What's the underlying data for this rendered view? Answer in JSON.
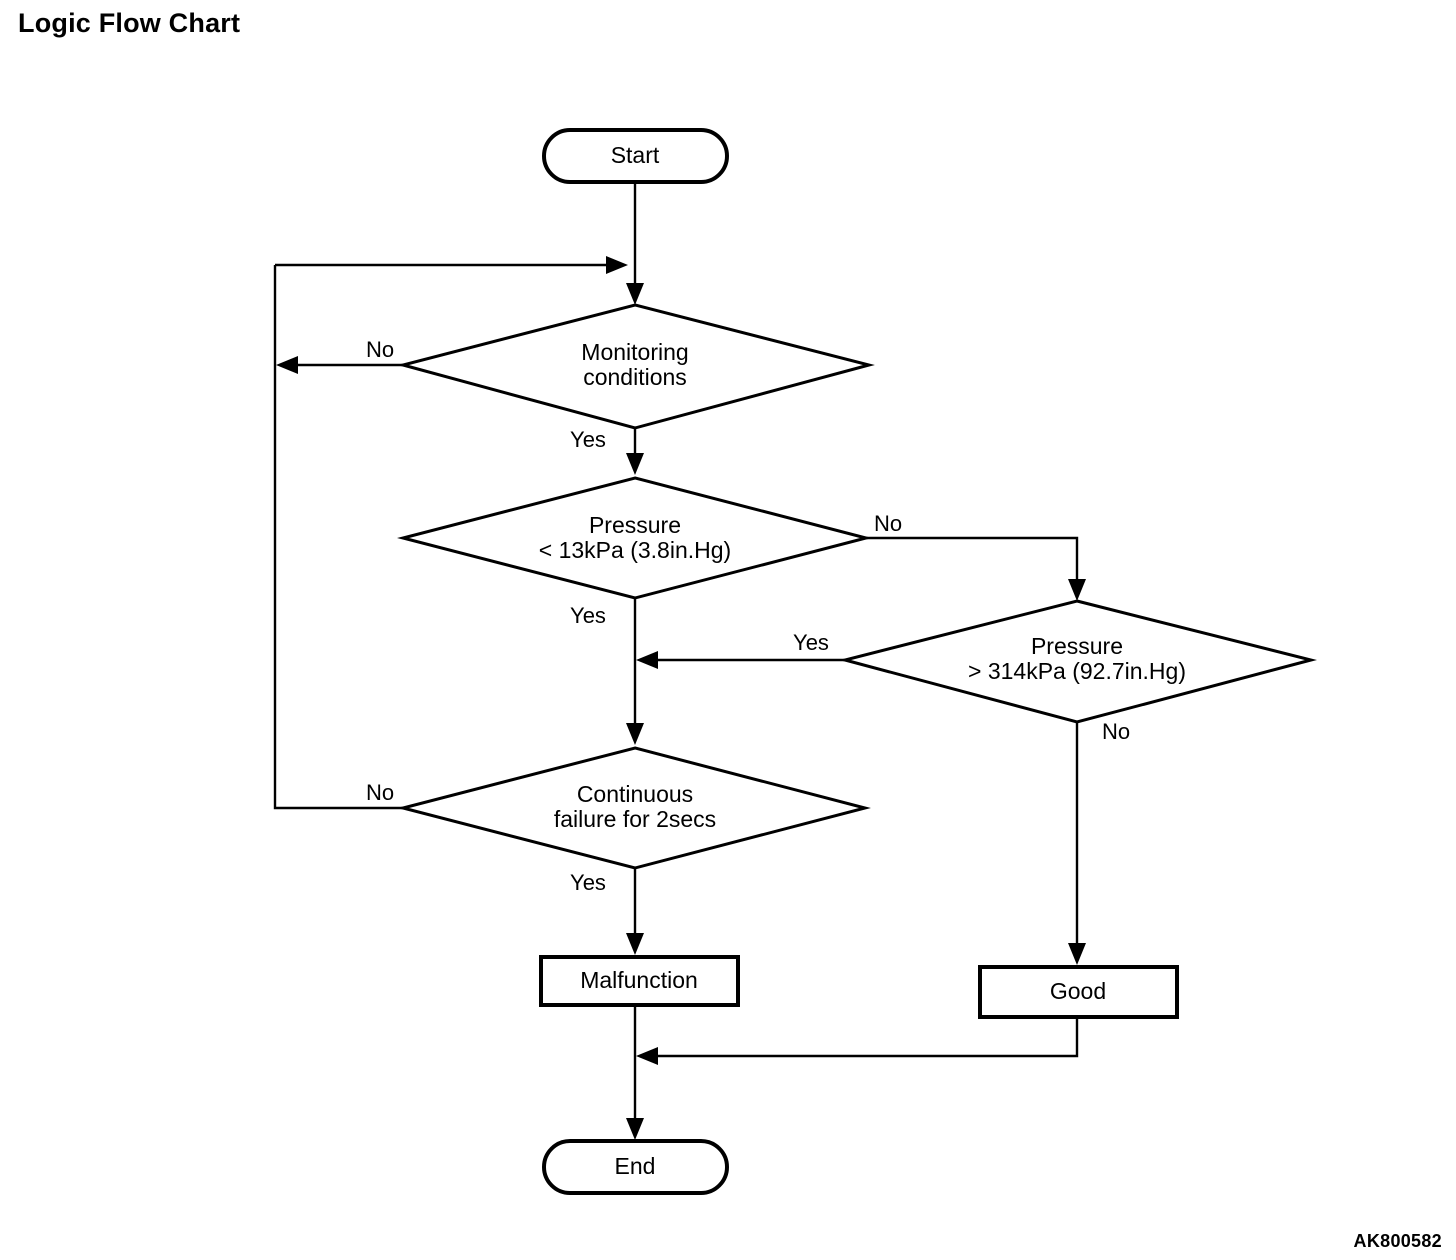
{
  "page": {
    "title": "Logic Flow Chart",
    "code": "AK800582",
    "background_color": "#ffffff",
    "line_color": "#000000"
  },
  "chart_data": {
    "type": "diagram",
    "diagram_kind": "flowchart",
    "title": "Logic Flow Chart",
    "nodes": [
      {
        "id": "start",
        "shape": "terminator",
        "label": "Start"
      },
      {
        "id": "monitoring",
        "shape": "decision",
        "label_line1": "Monitoring",
        "label_line2": "conditions"
      },
      {
        "id": "press_low",
        "shape": "decision",
        "label_line1": "Pressure",
        "label_line2": "< 13kPa (3.8in.Hg)"
      },
      {
        "id": "press_high",
        "shape": "decision",
        "label_line1": "Pressure",
        "label_line2": "> 314kPa (92.7in.Hg)"
      },
      {
        "id": "continuous",
        "shape": "decision",
        "label_line1": "Continuous",
        "label_line2": "failure for 2secs"
      },
      {
        "id": "malfunction",
        "shape": "process",
        "label": "Malfunction"
      },
      {
        "id": "good",
        "shape": "process",
        "label": "Good"
      },
      {
        "id": "end",
        "shape": "terminator",
        "label": "End"
      }
    ],
    "edges": [
      {
        "from": "start",
        "to": "monitoring",
        "label": ""
      },
      {
        "from": "monitoring",
        "to": "monitoring",
        "label": "No"
      },
      {
        "from": "monitoring",
        "to": "press_low",
        "label": "Yes"
      },
      {
        "from": "press_low",
        "to": "press_high",
        "label": "No"
      },
      {
        "from": "press_low",
        "to": "continuous",
        "label": "Yes"
      },
      {
        "from": "press_high",
        "to": "continuous",
        "label": "Yes"
      },
      {
        "from": "press_high",
        "to": "good",
        "label": "No"
      },
      {
        "from": "continuous",
        "to": "monitoring",
        "label": "No"
      },
      {
        "from": "continuous",
        "to": "malfunction",
        "label": "Yes"
      },
      {
        "from": "malfunction",
        "to": "end",
        "label": ""
      },
      {
        "from": "good",
        "to": "end",
        "label": ""
      }
    ]
  },
  "labels": {
    "start": "Start",
    "monitoring_l1": "Monitoring",
    "monitoring_l2": "conditions",
    "monitoring_no": "No",
    "monitoring_yes": "Yes",
    "press_low_l1": "Pressure",
    "press_low_l2": "< 13kPa (3.8in.Hg)",
    "press_low_no": "No",
    "press_low_yes": "Yes",
    "press_high_l1": "Pressure",
    "press_high_l2": "> 314kPa (92.7in.Hg)",
    "press_high_yes": "Yes",
    "press_high_no": "No",
    "continuous_l1": "Continuous",
    "continuous_l2": "failure for 2secs",
    "continuous_no": "No",
    "continuous_yes": "Yes",
    "malfunction": "Malfunction",
    "good": "Good",
    "end": "End"
  }
}
